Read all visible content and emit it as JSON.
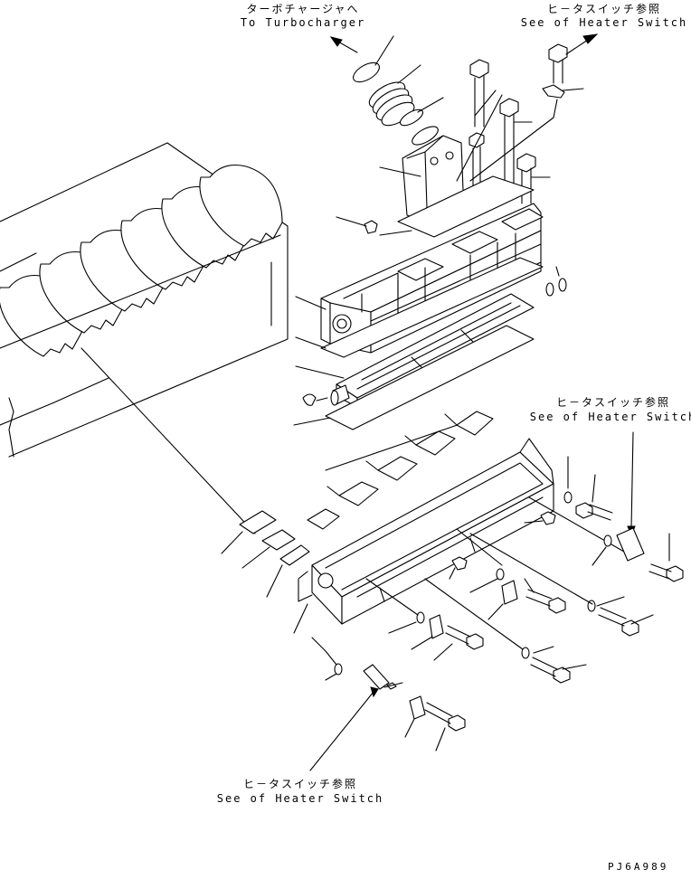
{
  "labels": {
    "turbo_jp": "ターボチャージャへ",
    "turbo_en": "To Turbocharger",
    "heater_top_jp": "ヒ－タスイッチ参照",
    "heater_top_en": "See of Heater Switch",
    "heater_right_jp": "ヒ－タスイッチ参照",
    "heater_right_en": "See of Heater Switch",
    "heater_bottom_jp": "ヒ－タスイッチ参照",
    "heater_bottom_en": "See of Heater Switch",
    "drawing_code": "PJ6A989"
  }
}
